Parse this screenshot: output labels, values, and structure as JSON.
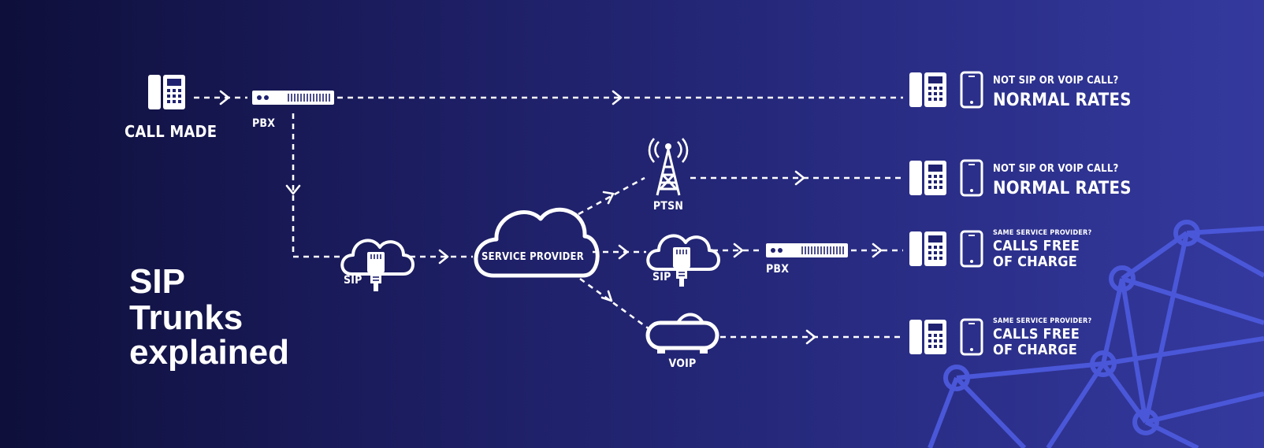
{
  "title": {
    "line1": "SIP",
    "line2": "Trunks",
    "line3": "explained"
  },
  "labels": {
    "call_made": "CALL MADE",
    "pbx_top": "PBX",
    "sip_left": "SIP",
    "service_provider": "SERVICE PROVIDER",
    "ptsn": "PTSN",
    "sip_right": "SIP",
    "pbx_right": "PBX",
    "voip": "VOIP"
  },
  "outcomes": [
    {
      "question": "NOT SIP OR VOIP CALL?",
      "result_line1": "NORMAL RATES",
      "result_line2": ""
    },
    {
      "question": "NOT SIP OR VOIP CALL?",
      "result_line1": "NORMAL RATES",
      "result_line2": ""
    },
    {
      "question": "SAME SERVICE PROVIDER?",
      "result_line1": "CALLS FREE",
      "result_line2": "OF CHARGE"
    },
    {
      "question": "SAME SERVICE PROVIDER?",
      "result_line1": "CALLS FREE",
      "result_line2": "OF CHARGE"
    }
  ],
  "colors": {
    "background_left": "#0e0f3a",
    "background_right": "#34399e",
    "foreground": "#ffffff",
    "network_accent": "#4a57d8"
  },
  "icons": [
    "desk-phone-icon",
    "pbx-server-icon",
    "cloud-sip-icon",
    "cloud-icon",
    "cell-tower-icon",
    "voip-router-icon",
    "mobile-phone-icon"
  ]
}
